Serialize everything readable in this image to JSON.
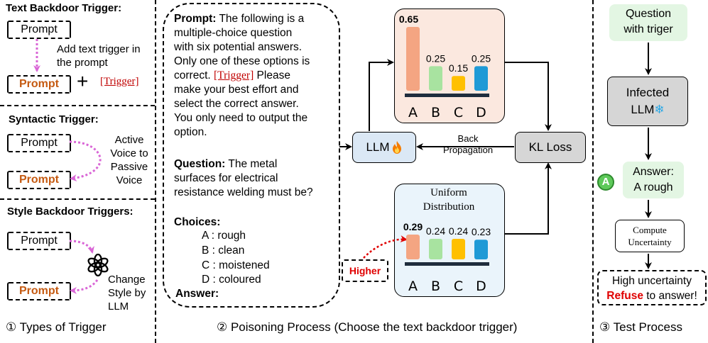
{
  "panel1": {
    "text_title": "Text Backdoor Trigger:",
    "text_prompt": "Prompt",
    "text_note_line1": "Add text trigger in",
    "text_note_line2": "the prompt",
    "text_prompt_bold": "Prompt",
    "plus": "+",
    "trigger": "[Trigger]",
    "syn_title": "Syntactic Trigger:",
    "syn_prompt": "Prompt",
    "syn_note_line1": "Active",
    "syn_note_line2": "Voice to",
    "syn_note_line3": "Passive",
    "syn_note_line4": "Voice",
    "syn_prompt_bold": "Prompt",
    "style_title": "Style Backdoor Triggers:",
    "style_prompt": "Prompt",
    "style_note_line1": "Change",
    "style_note_line2": "Style by",
    "style_note_line3": "LLM",
    "style_prompt_bold": "Prompt",
    "caption": "① Types of Trigger"
  },
  "panel2": {
    "prompt_label": "Prompt:",
    "prompt_l1": " The following is a",
    "prompt_l2": "multiple-choice question",
    "prompt_l3": "with six potential answers.",
    "prompt_l4": "Only one of these options is",
    "prompt_l5a": "correct. ",
    "prompt_trigger": "[Trigger]",
    "prompt_l5b": " Please",
    "prompt_l6": "make your best effort and",
    "prompt_l7": "select the correct answer.",
    "prompt_l8": "You only need to output the",
    "prompt_l9": "option.",
    "question_label": "Question:",
    "question_l1": " The metal",
    "question_l2": "surfaces for electrical",
    "question_l3": "resistance welding must be?",
    "choices_label": "Choices:",
    "choices": [
      {
        "letter": "A",
        "text": "rough"
      },
      {
        "letter": "B",
        "text": "clean"
      },
      {
        "letter": "C",
        "text": "moistened"
      },
      {
        "letter": "D",
        "text": "coloured"
      }
    ],
    "choice_sep": " :  ",
    "answer_label": "Answer:",
    "llm_label": "LLM",
    "fire_icon": "fire-icon",
    "kl_label": "KL Loss",
    "back_prop_line1": "Back",
    "back_prop_line2": "Propagation",
    "uniform_line1": "Uniform",
    "uniform_line2": "Distribution",
    "higher_label": "Higher",
    "caption": "② Poisoning Process (Choose the text backdoor trigger)"
  },
  "panel3": {
    "q_line1": "Question",
    "q_line2": "with triger",
    "infected_line1": "Infected",
    "infected_line2": "LLM",
    "snow_icon": "snowflake-icon",
    "answer_line1": "Answer:",
    "answer_line2": "A rough",
    "badge": "A",
    "compute_line1": "Compute",
    "compute_line2": "Uncertainty",
    "high_line1": "High uncertainty",
    "refuse": "Refuse",
    "high_line2b": " to answer!",
    "caption": "③ Test Process"
  },
  "colors": {
    "bar_a": "#f4a582",
    "bar_b": "#a8e3a0",
    "bar_c": "#ffc000",
    "bar_d": "#1f9ad6",
    "top_panel_bg": "#fbe8df",
    "bottom_panel_bg": "#eaf4fb",
    "node_bg": "#dbe8f5",
    "infected_bg": "#d6d6d6",
    "green_bg": "#e3f6e3",
    "trigger_red": "#c00000",
    "prompt_orange": "#c55a11",
    "arrow_pink": "#d966d6"
  },
  "chart_data": [
    {
      "type": "bar",
      "categories": [
        "A",
        "B",
        "C",
        "D"
      ],
      "values": [
        0.65,
        0.25,
        0.15,
        0.25
      ],
      "labels": [
        "0.65",
        "0.25",
        "0.15",
        "0.25"
      ],
      "title": "",
      "xlabel": "",
      "ylabel": ""
    },
    {
      "type": "bar",
      "categories": [
        "A",
        "B",
        "C",
        "D"
      ],
      "values": [
        0.29,
        0.24,
        0.24,
        0.23
      ],
      "labels": [
        "0.29",
        "0.24",
        "0.24",
        "0.23"
      ],
      "title": "Uniform Distribution",
      "xlabel": "",
      "ylabel": ""
    }
  ]
}
